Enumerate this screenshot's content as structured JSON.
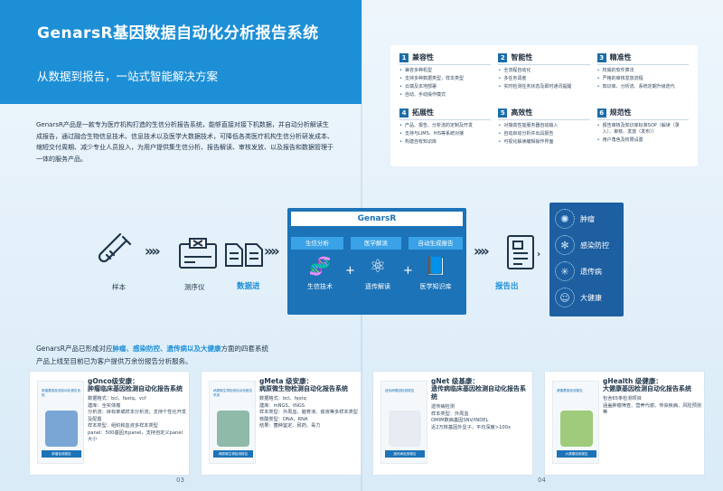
{
  "header": {
    "title": "GenarsR基因数据自动化分析报告系统",
    "subtitle": "从数据到报告，一站式智能解决方案"
  },
  "intro": "GenarsR产品是一款专为医疗机构打造的生信分析报告系统，能够直接对接下机数据，并自动分析解读生成报告，通过融合生物信息技术、信息技术以及医学大数据技术，可降低各类医疗机构生信分析研发成本、缩短交付周期、减少专业人员投入，为用户提供集生信分析、报告解读、审核发放、以及报告和数据管理于一体的服务产品。",
  "features": [
    {
      "num": "1",
      "title": "兼容性",
      "items": [
        "兼容多种机型",
        "支持多种数据类型，样本类型",
        "云端及本地部署",
        "自动、手动操作模式"
      ]
    },
    {
      "num": "2",
      "title": "智能性",
      "items": [
        "全流程自动化",
        "多任务调度",
        "实时检测任务状态及即时通讯提醒"
      ]
    },
    {
      "num": "3",
      "title": "精准性",
      "items": [
        "权威的软件算法",
        "严格的审核发放流程",
        "知识库、分析流、系统定期升级迭代"
      ]
    },
    {
      "num": "4",
      "title": "拓展性",
      "items": [
        "产品、报告、分析流的定制及开发",
        "支持与LIMS、HIS等系统对接",
        "构建自有知识库"
      ]
    },
    {
      "num": "5",
      "title": "高效性",
      "items": [
        "对接高性能服务器自动输入",
        "自动启动分析并出具报告",
        "可视化解读编辑操作界面"
      ]
    },
    {
      "num": "6",
      "title": "规范性",
      "items": [
        "报告审核及知识库标准SOP（解读（录入）、审核、发放（发布））",
        "用户角色及权限设置"
      ]
    }
  ],
  "flow": {
    "sample": "样本",
    "sequencer": "测序仪",
    "data_in": "数据进",
    "core_title": "GenarsR",
    "steps": [
      "生信分析",
      "医学解读",
      "自动生成报告"
    ],
    "techs": [
      "生信技术",
      "遗传解读",
      "医学知识库"
    ],
    "report_out": "报告出",
    "outputs": [
      "肿瘤",
      "感染防控",
      "遗传病",
      "大健康"
    ]
  },
  "lower": {
    "line1_prefix": "GenarsR产品已形成对应",
    "line1_emph": "肿瘤、感染防控、遗传病以及大健康",
    "line1_suffix": "方面的四套系统",
    "line2": "产品上线至目前已为客户提供万余份报告分析服务。"
  },
  "products": [
    {
      "name": "gOnco级安康：",
      "desc": "肿瘤临床基因检测自动化报告系统",
      "details": [
        "数据格式：bcl、fastq、vcf",
        "建库：全实体瘤",
        "分析流：目标单或样本分析流；支持个性化开发及配置",
        "样本类型：组织和血液多样本类型",
        "panel：500基因大panel，支持自定义panel大小"
      ],
      "cover_title": "肿瘤基因检测自动化报告系统",
      "cover_band": "肿瘤检测报告",
      "art": "#7aa6d6"
    },
    {
      "name": "gMeta 级安康：",
      "desc": "病原微生物检测自动化报告系统",
      "details": [
        "数据格式：bcl、fastq",
        "建库：mNGS、tNGS",
        "样本类型：外周血、脑脊液、痰液等多样本类型",
        "核酸类型：DNA、RNA",
        "结果：菌种鉴定、耐药、毒力"
      ],
      "cover_title": "病原微生物检测自动化报告系统",
      "cover_band": "病原微生物检测报告",
      "art": "#8fb9a8"
    },
    {
      "name": "gNet 级基康：",
      "desc": "遗传病临床基因检测自动化报告系统",
      "details": [
        "遗传病检测",
        "样本类型：外周血",
        "OMIM数病基因SNV/INDEL",
        "近2万核基因外显子，平均深度>100x"
      ],
      "cover_title": "遗传病基因检测报告",
      "cover_band": "遗传病检测报告",
      "art": "#e6ecf2"
    },
    {
      "name": "gHealth 级健康：",
      "desc": "大健康基因检测自动化报告系统",
      "details": [
        "包含65条检测项目",
        "涵盖肿瘤筛查、营养代谢、传染疾病、风险预测等"
      ],
      "cover_title": "健康基因检测报告",
      "cover_band": "大健康检测报告",
      "art": "#9fcb7a"
    }
  ],
  "page_numbers": [
    "03",
    "04"
  ]
}
